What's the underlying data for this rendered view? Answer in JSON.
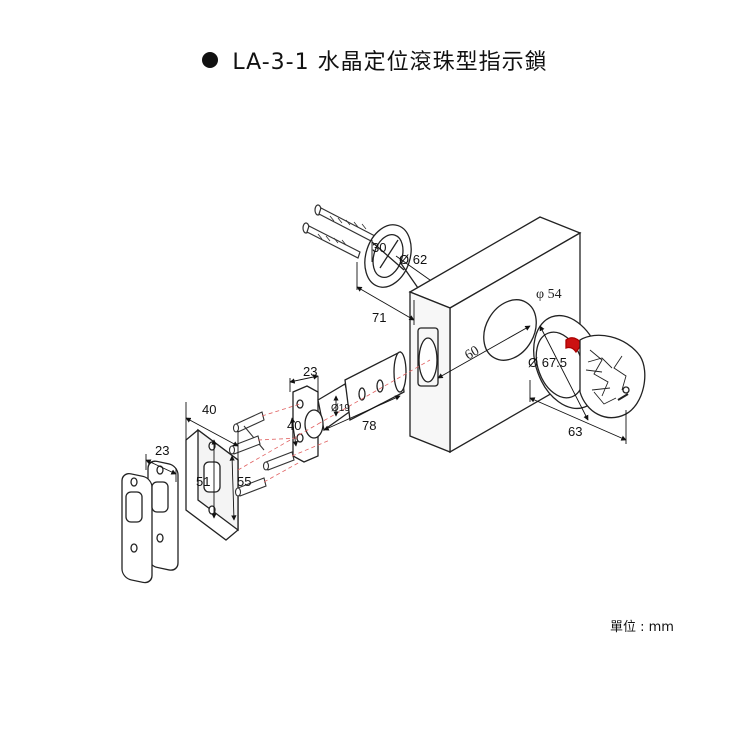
{
  "header": {
    "title": "LA-3-1 水晶定位滾珠型指示鎖"
  },
  "dimensions": {
    "rose_depth": "30",
    "rose_diameter": "Ø 62",
    "rose_offset": "71",
    "door_hole": "φ 54",
    "backset": "60",
    "knob_diameter": "Ø 67.5",
    "knob_length": "63",
    "latch_plate_width": "23",
    "latch_bolt_diameter": "Ø19",
    "latch_length": "78",
    "latch_height": "40",
    "strike_width": "40",
    "strike_height": "51",
    "strike_box_height": "55",
    "face_plate_width": "23"
  },
  "footer": {
    "unit": "單位 : mm"
  }
}
